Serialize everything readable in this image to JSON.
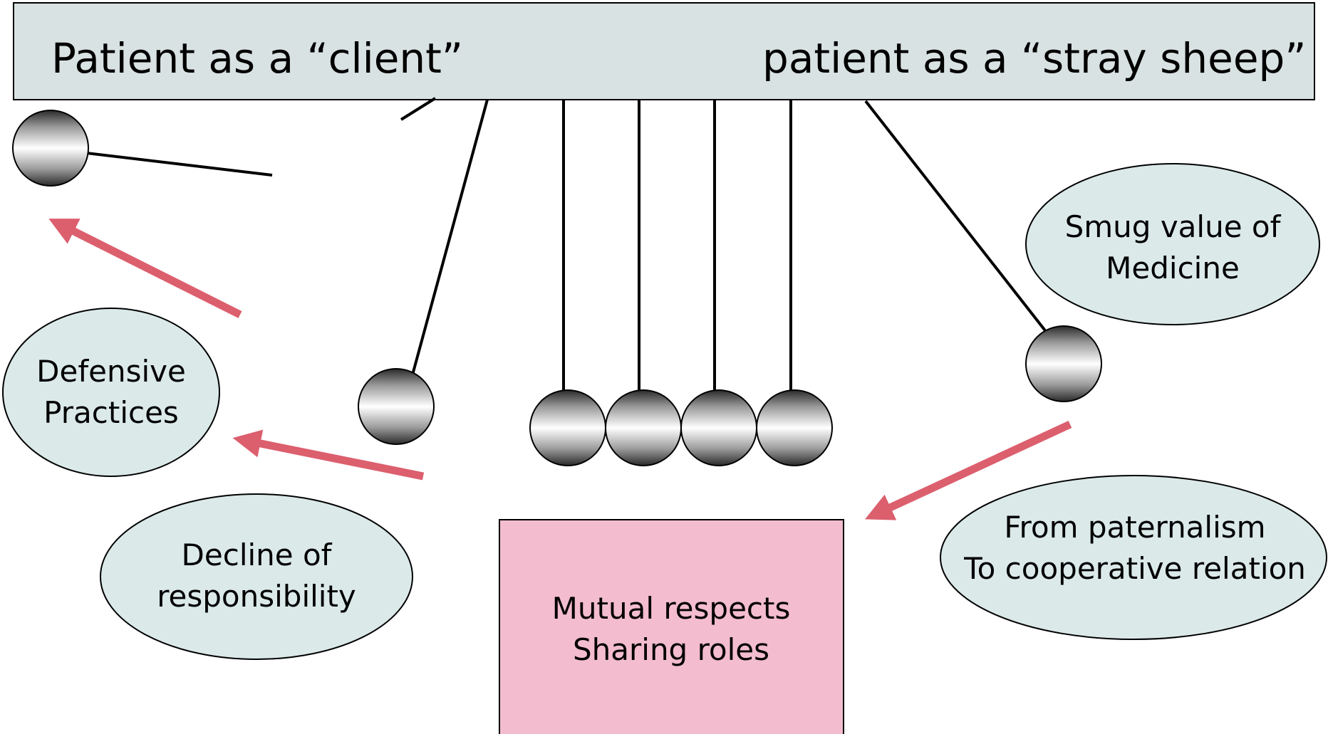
{
  "header_bar": {
    "left_label": "Patient as a “client”",
    "right_label": "patient as a “stray sheep”"
  },
  "bubbles": {
    "smug_value": {
      "line1": "Smug value of",
      "line2": "Medicine"
    },
    "defensive": {
      "line1": "Defensive",
      "line2": "Practices"
    },
    "decline": {
      "line1": "Decline of",
      "line2": "responsibility"
    },
    "paternalism": {
      "line1": "From paternalism",
      "line2": "To cooperative relation"
    }
  },
  "center_box": {
    "line1": "Mutual respects",
    "line2": "Sharing roles"
  },
  "colors": {
    "bar_fill": "#d9e2e2",
    "bubble_fill": "#dbe9e9",
    "box_fill": "#f3bccf",
    "arrow": "#dc5f6e",
    "stroke": "#000000"
  }
}
